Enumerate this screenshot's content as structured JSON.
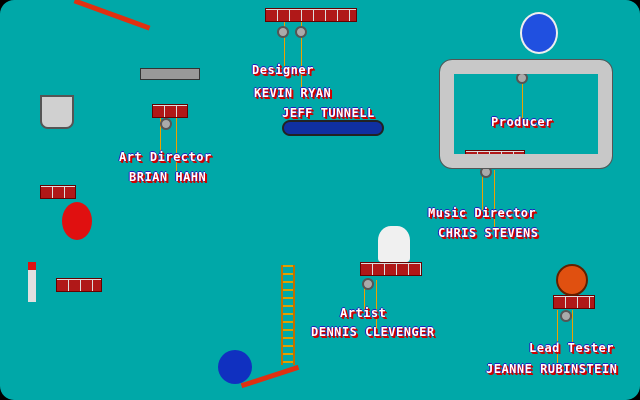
{
  "credits": [
    {
      "role": "Designer",
      "names": [
        "KEVIN RYAN",
        "JEFF TUNNELL"
      ]
    },
    {
      "role": "Art Director",
      "names": [
        "BRIAN HAHN"
      ]
    },
    {
      "role": "Producer",
      "names": []
    },
    {
      "role": "Music Director",
      "names": [
        "CHRIS STEVENS"
      ]
    },
    {
      "role": "Artist",
      "names": [
        "DENNIS CLEVENGER"
      ]
    },
    {
      "role": "Lead Tester",
      "names": [
        "JEANNE RUBINSTEIN"
      ]
    }
  ],
  "colors": {
    "background": "#00a8a8",
    "brick": "#b01818",
    "rope": "#f0a000"
  }
}
